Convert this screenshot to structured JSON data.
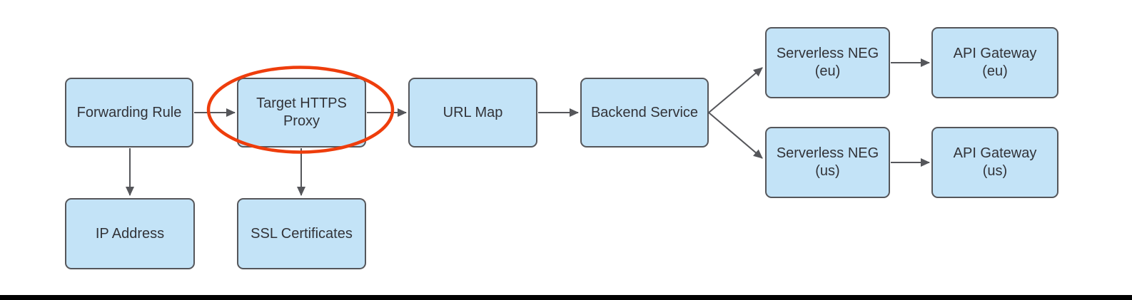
{
  "diagram": {
    "nodes": [
      {
        "id": "forwarding-rule",
        "lines": [
          "Forwarding Rule"
        ]
      },
      {
        "id": "target-https-proxy",
        "lines": [
          "Target HTTPS",
          "Proxy"
        ]
      },
      {
        "id": "url-map",
        "lines": [
          "URL Map"
        ]
      },
      {
        "id": "backend-service",
        "lines": [
          "Backend Service"
        ]
      },
      {
        "id": "serverless-neg-eu",
        "lines": [
          "Serverless NEG",
          "(eu)"
        ]
      },
      {
        "id": "api-gateway-eu",
        "lines": [
          "API Gateway",
          "(eu)"
        ]
      },
      {
        "id": "serverless-neg-us",
        "lines": [
          "Serverless NEG",
          "(us)"
        ]
      },
      {
        "id": "api-gateway-us",
        "lines": [
          "API Gateway",
          "(us)"
        ]
      },
      {
        "id": "ip-address",
        "lines": [
          "IP Address"
        ]
      },
      {
        "id": "ssl-certificates",
        "lines": [
          "SSL Certificates"
        ]
      }
    ],
    "edges": [
      {
        "from": "forwarding-rule",
        "to": "target-https-proxy"
      },
      {
        "from": "target-https-proxy",
        "to": "url-map"
      },
      {
        "from": "url-map",
        "to": "backend-service"
      },
      {
        "from": "backend-service",
        "to": "serverless-neg-eu"
      },
      {
        "from": "backend-service",
        "to": "serverless-neg-us"
      },
      {
        "from": "serverless-neg-eu",
        "to": "api-gateway-eu"
      },
      {
        "from": "serverless-neg-us",
        "to": "api-gateway-us"
      },
      {
        "from": "forwarding-rule",
        "to": "ip-address"
      },
      {
        "from": "target-https-proxy",
        "to": "ssl-certificates"
      }
    ],
    "annotation": {
      "type": "ellipse",
      "around": "target-https-proxy",
      "color": "#ee3d0c"
    },
    "colors": {
      "node_fill": "#c3e3f7",
      "node_border": "#55565a",
      "connector": "#55565a",
      "text": "#323338",
      "highlight": "#ee3d0c",
      "bottom_bar": "#000000"
    }
  }
}
